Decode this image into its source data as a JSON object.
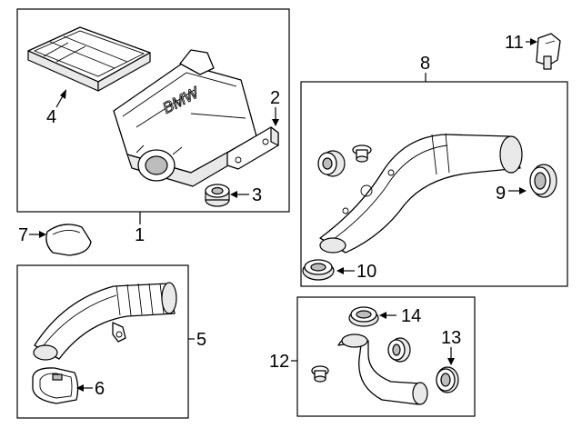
{
  "diagram": {
    "brand_mark": "BMW",
    "callouts": {
      "c1": "1",
      "c2": "2",
      "c3": "3",
      "c4": "4",
      "c5": "5",
      "c6": "6",
      "c7": "7",
      "c8": "8",
      "c9": "9",
      "c10": "10",
      "c11": "11",
      "c12": "12",
      "c13": "13",
      "c14": "14"
    }
  }
}
